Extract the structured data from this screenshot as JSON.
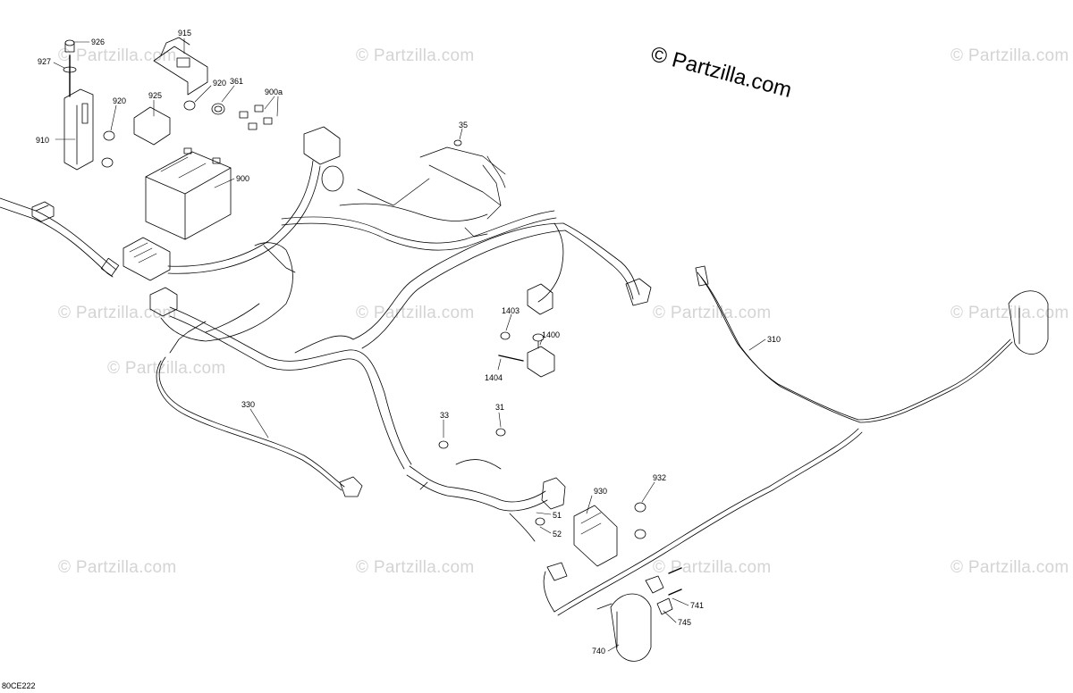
{
  "diagram": {
    "copyright": "© Partzilla.com",
    "watermark": "© Partzilla.com",
    "diagram_code": "80CE222",
    "callouts": [
      "926",
      "927",
      "915",
      "920",
      "925",
      "361",
      "900a",
      "910",
      "900",
      "35",
      "1403",
      "1400",
      "1404",
      "310",
      "330",
      "33",
      "31",
      "930",
      "932",
      "51",
      "52",
      "741",
      "745",
      "740"
    ]
  }
}
